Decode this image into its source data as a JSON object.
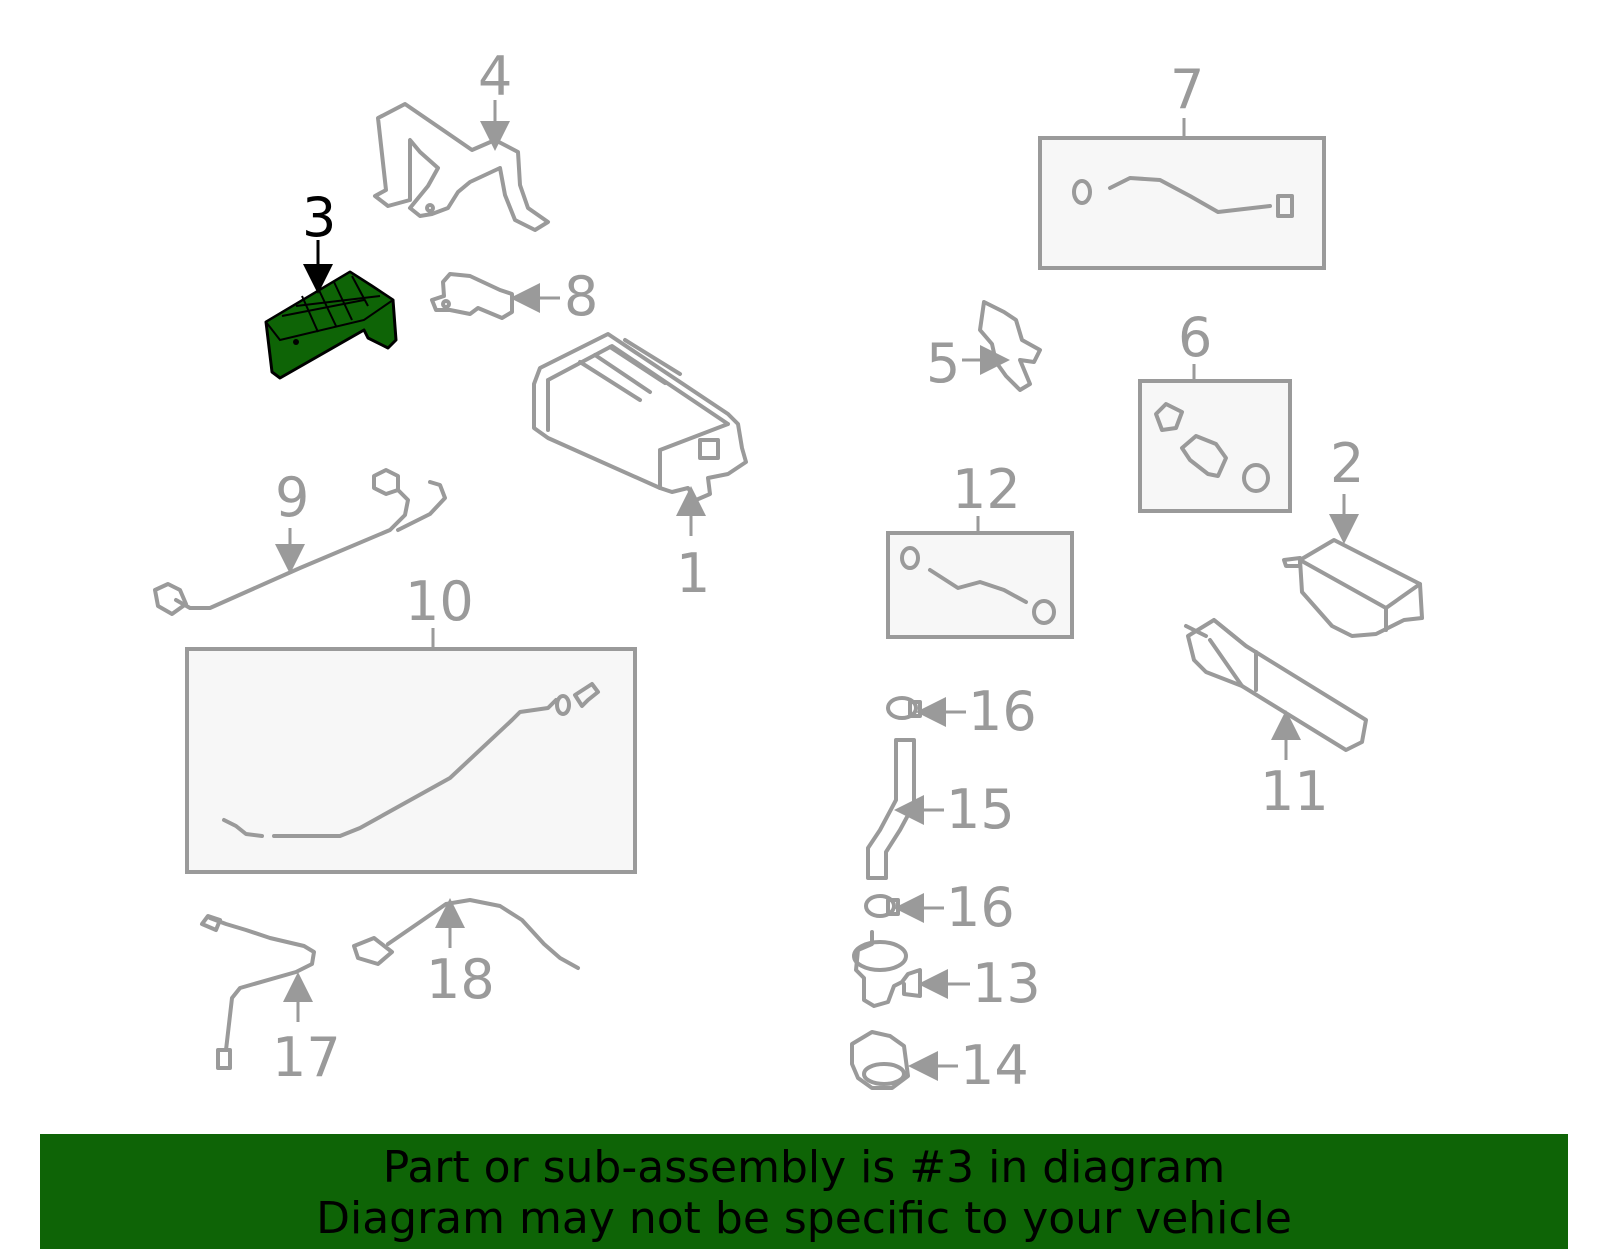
{
  "diagram": {
    "highlighted_part": "3",
    "highlight_color": "#0e6406",
    "line_color": "#9a9a9a",
    "labels": {
      "p1": "1",
      "p2": "2",
      "p3": "3",
      "p4": "4",
      "p5": "5",
      "p6": "6",
      "p7": "7",
      "p8": "8",
      "p9": "9",
      "p10": "10",
      "p11": "11",
      "p12": "12",
      "p13": "13",
      "p14": "14",
      "p15": "15",
      "p16a": "16",
      "p16b": "16",
      "p17": "17",
      "p18": "18"
    }
  },
  "banner": {
    "line1": "Part or sub-assembly is #3 in diagram",
    "line2": "Diagram may not be specific to your vehicle",
    "background": "#0e6406"
  }
}
